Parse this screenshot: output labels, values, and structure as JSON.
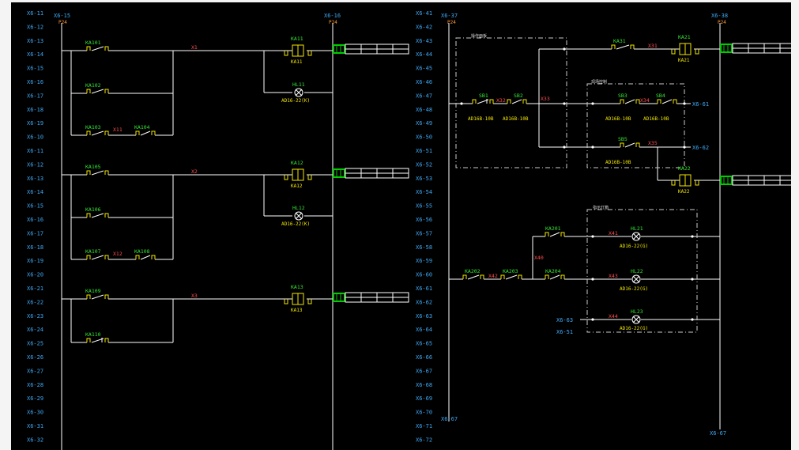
{
  "colors": {
    "background": "#000000",
    "wire": "#ffffff",
    "contact": "#f2e600",
    "label_green": "#33e633",
    "label_blue": "#3fa9f5",
    "label_red": "#ff4d4d",
    "terminal_strip": "#00cc00"
  },
  "left_sheet": {
    "rows": [
      "X6-11",
      "X6-12",
      "X6-13",
      "X6-14",
      "X6-15",
      "X6-16",
      "X6-17",
      "X6-18",
      "X6-19",
      "X6-10",
      "X6-11",
      "X6-12",
      "X6-13",
      "X6-14",
      "X6-15",
      "X6-16",
      "X6-17",
      "X6-18",
      "X6-19",
      "X6-20",
      "X6-21",
      "X6-22",
      "X6-23",
      "X6-24",
      "X6-25",
      "X6-26",
      "X6-27",
      "X6-28",
      "X6-29",
      "X6-30",
      "X6-31",
      "X6-32"
    ],
    "rail_left": "X6-15",
    "rail_left_sub": "P24",
    "rail_right": "X6-16",
    "rail_right_sub": "P24",
    "rungs": [
      {
        "contact": "KA101",
        "wire": "X1",
        "coil": "KA11",
        "coil_sub": "KA11",
        "lamp": "HL11",
        "lamp_sub": "AD16-22(K)"
      },
      {
        "contact": "KA102"
      },
      {
        "contact": "KA103",
        "mid": "X11",
        "contact2": "KA104"
      },
      {
        "contact": "KA105",
        "wire": "X2",
        "coil": "KA12",
        "coil_sub": "KA12",
        "lamp": "HL12",
        "lamp_sub": "AD16-22(K)"
      },
      {
        "contact": "KA106"
      },
      {
        "contact": "KA107",
        "mid": "X12",
        "contact2": "KA108"
      },
      {
        "contact": "KA109",
        "wire": "X3",
        "coil": "KA13",
        "coil_sub": "KA13"
      },
      {
        "contact": "KA110"
      }
    ]
  },
  "right_sheet": {
    "rows": [
      "X6-41",
      "X6-42",
      "X6-43",
      "X6-44",
      "X6-45",
      "X6-46",
      "X6-47",
      "X6-48",
      "X6-49",
      "X6-50",
      "X6-51",
      "X6-52",
      "X6-53",
      "X6-54",
      "X6-55",
      "X6-56",
      "X6-57",
      "X6-58",
      "X6-59",
      "X6-60",
      "X6-61",
      "X6-62",
      "X6-63",
      "X6-64",
      "X6-65",
      "X6-66",
      "X6-67",
      "X6-68",
      "X6-69",
      "X6-70",
      "X6-71",
      "X6-72"
    ],
    "rail_left": "X6-37",
    "rail_left_sub": "P24",
    "rail_right": "X6-38",
    "rail_right_sub": "P24",
    "rail_left_bottom": "X6-67",
    "rail_right_bottom": "X6-67",
    "box1_title": "操作面板",
    "box2_title": "现场控制",
    "box3_title": "指示灯箱",
    "contact_top": "KA31",
    "wire_top": "X31",
    "coil_top": "KA21",
    "coil_top_sub": "KA21",
    "pb1": "SB1",
    "pb1_sub": "AD16B-10B",
    "mid1": "X32",
    "pb2": "SB2",
    "pb2_sub": "AD16B-10B",
    "out1": "X33",
    "pb3": "SB3",
    "pb3_sub": "AD16B-10B",
    "mid2": "X34",
    "pb4": "SB4",
    "pb4_sub": "AD16B-10B",
    "ref1": "X6-61",
    "pb5": "SB5",
    "pb5_sub": "AD16B-10B",
    "mid3": "X35",
    "ref2": "X6-62",
    "coil2": "KA22",
    "coil2_sub": "KA22",
    "contact_a": "KA201",
    "wire_a": "X41",
    "lamp_a": "HL21",
    "lamp_a_sub": "AD16-22(G)",
    "contact_b": "KA202",
    "contact_c": "KA203",
    "wire_c": "X42",
    "contact_d": "KA204",
    "mid_d": "X40",
    "wire_d": "X43",
    "lamp_b": "HL22",
    "lamp_b_sub": "AD16-22(G)",
    "ref3": "X6-63",
    "ref4": "X6-51",
    "wire_e": "X44",
    "lamp_c": "HL23",
    "lamp_c_sub": "AD16-22(G)"
  }
}
